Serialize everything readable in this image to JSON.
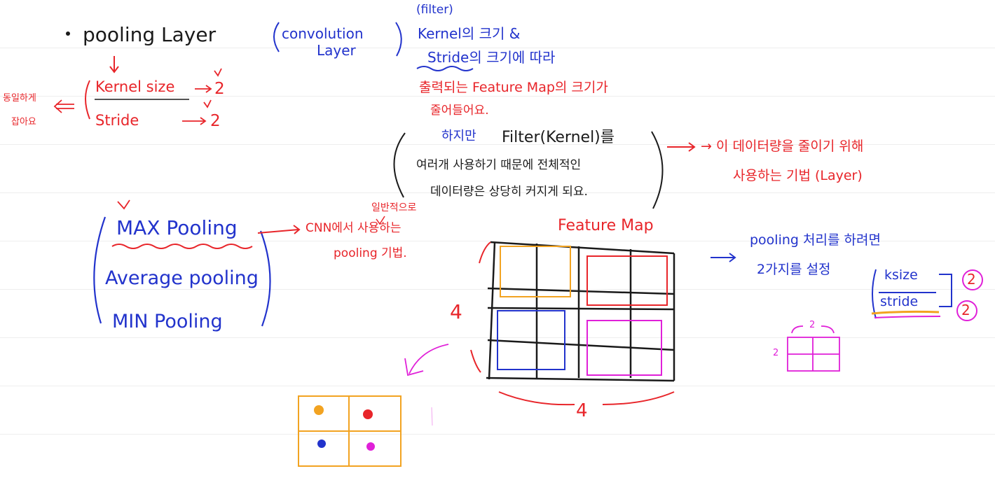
{
  "colors": {
    "blue": "#2233cc",
    "red": "#e8252a",
    "black": "#1a1a1a",
    "orange": "#f2a321",
    "magenta": "#e020d8"
  },
  "pooling_title": "pooling Layer",
  "pooling_params": {
    "kernel_label": "Kernel size",
    "kernel_value": "2",
    "stride_label": "Stride",
    "stride_value": "2",
    "side_note": [
      "동일하게",
      "잡아요"
    ]
  },
  "convolution": {
    "label": [
      "convolution",
      "Layer"
    ],
    "filter_note": "(filter)",
    "lines": [
      "Kernel의 크기 &",
      "Stride의 크기에 따라"
    ]
  },
  "feature_map_note": [
    "출력되는 Feature Map의 크기가",
    "줄어들어요."
  ],
  "however": {
    "highlight": "하지만",
    "line1_rest": "Filter(Kernel)를",
    "line2": "여러개 사용하기 때문에 전체적인",
    "line3": "데이터량은 상당히 커지게 되요."
  },
  "reduce_note": [
    "→ 이 데이터량을 줄이기 위해",
    "사용하는 기법 (Layer)"
  ],
  "methods": {
    "items": [
      "MAX Pooling",
      "Average pooling",
      "MIN Pooling"
    ],
    "common_note": [
      "일반적으로",
      "CNN에서 사용하는",
      "pooling 기법."
    ]
  },
  "feature_map": {
    "title": "Feature Map",
    "rows_label": "4",
    "cols_label": "4",
    "grid_size": 4,
    "region_colors": [
      "#f2a321",
      "#e8252a",
      "#2233cc",
      "#e020d8"
    ]
  },
  "pooled_output": {
    "cells": 2,
    "dot_colors": [
      "#f2a321",
      "#e8252a",
      "#2233cc",
      "#e020d8"
    ]
  },
  "setup_note": {
    "lines": [
      "pooling 처리를 하려면",
      "2가지를 설정"
    ],
    "params": [
      "ksize",
      "stride"
    ],
    "values": [
      "2",
      "2"
    ],
    "mini_grid_labels": [
      "2",
      "2"
    ]
  }
}
